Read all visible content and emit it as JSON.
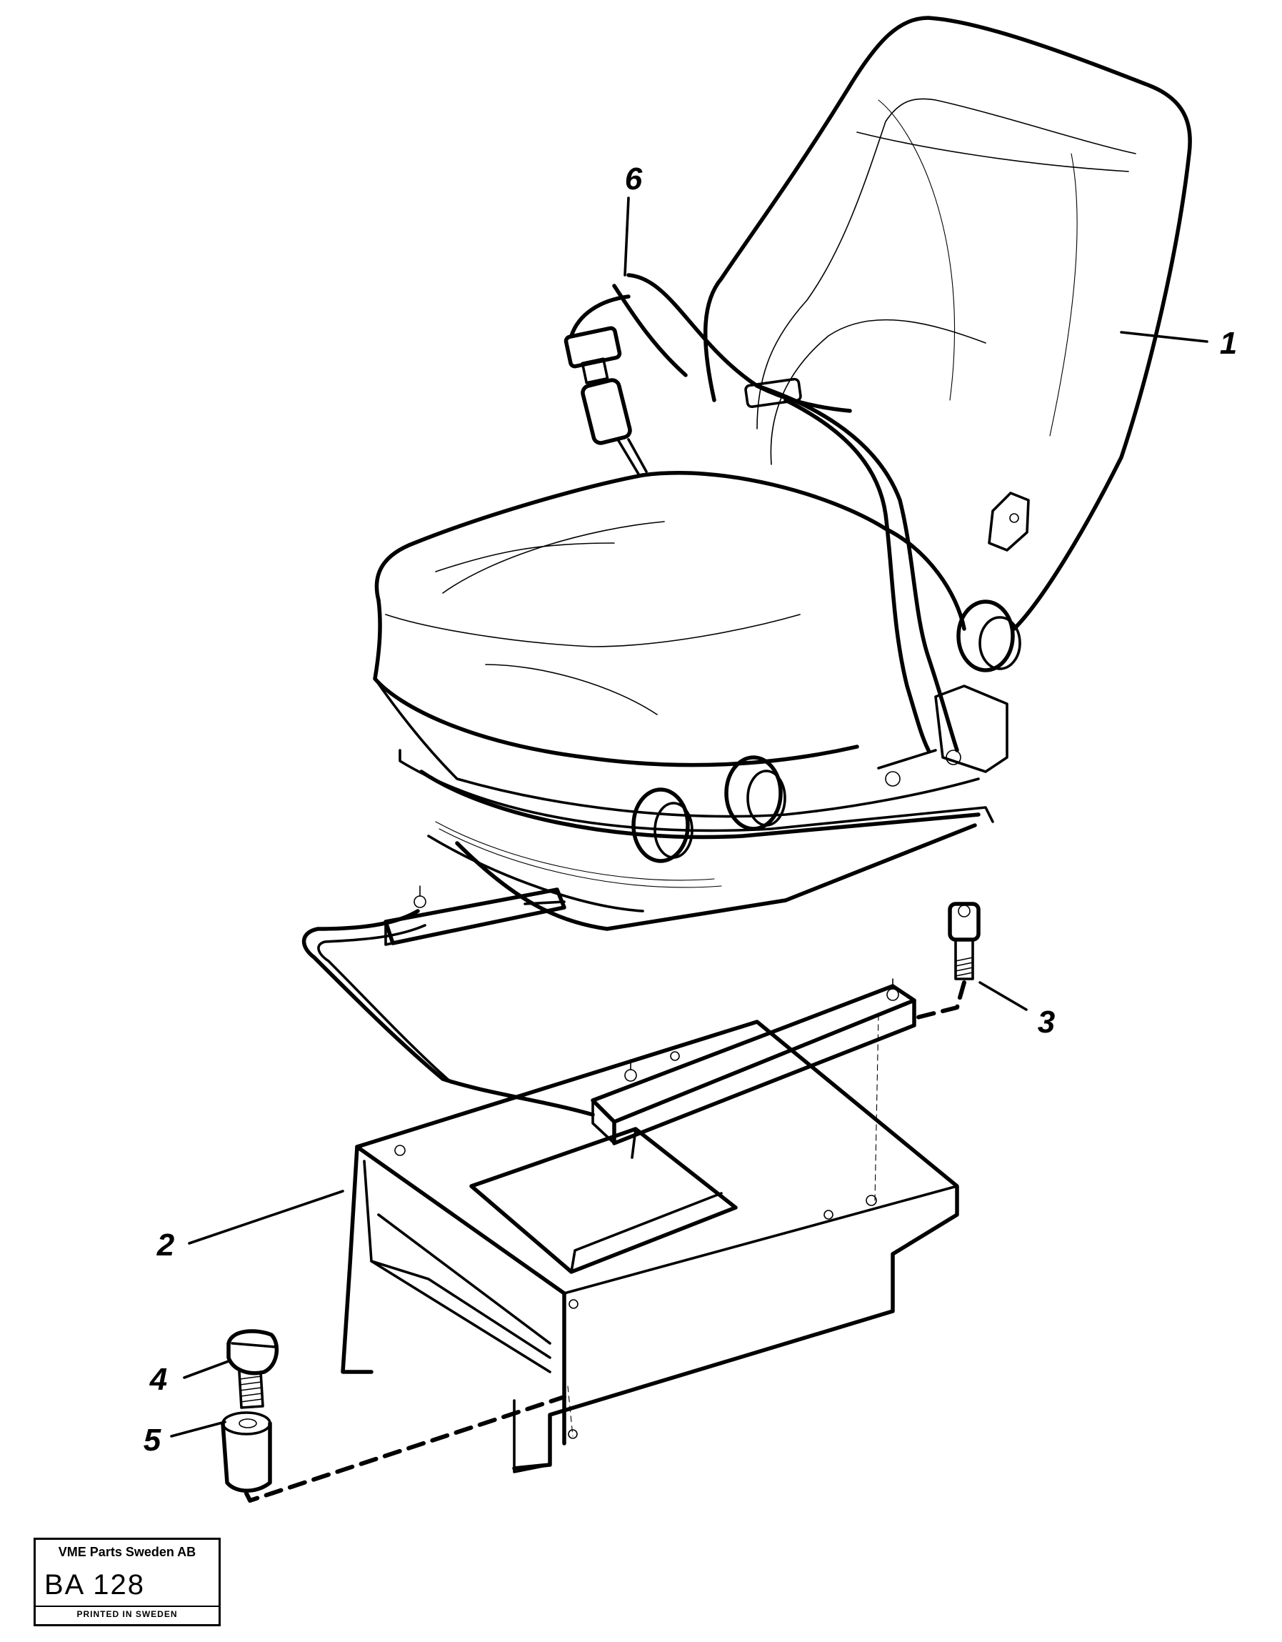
{
  "callouts": [
    {
      "id": "seat",
      "label": "1"
    },
    {
      "id": "seat-box",
      "label": "2"
    },
    {
      "id": "rail-bolt",
      "label": "3"
    },
    {
      "id": "mount-bolt",
      "label": "4"
    },
    {
      "id": "spacer-sleeve",
      "label": "5"
    },
    {
      "id": "seat-belt",
      "label": "6"
    }
  ],
  "stamp": {
    "company": "VME Parts Sweden AB",
    "code": "BA 128",
    "printed": "PRINTED IN SWEDEN"
  }
}
